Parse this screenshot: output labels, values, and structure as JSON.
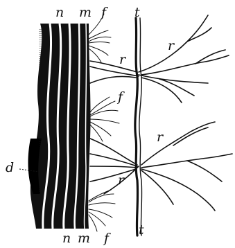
{
  "figure": {
    "ink_color": "#111111",
    "paper_color": "#ffffff",
    "labels": {
      "n_top": "n",
      "m_top": "m",
      "f_top": "f",
      "t_top": "t",
      "r_upper_left": "r",
      "r_upper_right": "r",
      "f_middle": "f",
      "r_middle_right": "r",
      "d_left": "d",
      "r_lower": "r",
      "n_bottom": "n",
      "m_bottom": "m",
      "f_bottom": "f",
      "t_bottom": "t"
    }
  }
}
